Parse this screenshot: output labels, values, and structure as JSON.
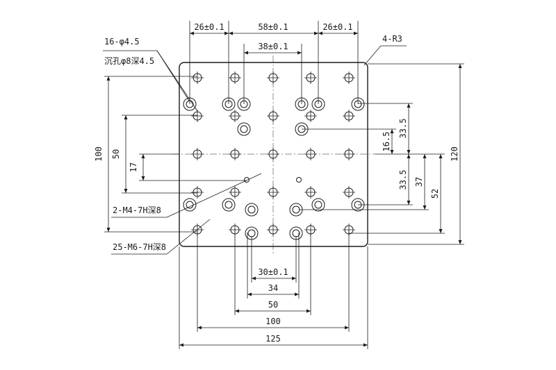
{
  "labels": {
    "dim_26_left": "26±0.1",
    "dim_58": "58±0.1",
    "dim_26_right": "26±0.1",
    "dim_38": "38±0.1",
    "corner_radius": "4-R3",
    "holes_through": "16-φ4.5",
    "holes_counterbore": "沉孔φ8深4.5",
    "holes_m4": "2-M4-7H深8",
    "holes_m6": "25-M6-7H深8",
    "dim_30": "30±0.1",
    "dim_34": "34",
    "dim_50_bottom": "50",
    "dim_100_bottom": "100",
    "dim_125": "125",
    "dim_100_left": "100",
    "dim_50_left": "50",
    "dim_17": "17",
    "dim_16_5": "16.5",
    "dim_33_5_upper": "33.5",
    "dim_33_5_lower": "33.5",
    "dim_37": "37",
    "dim_52": "52",
    "dim_120": "120"
  }
}
